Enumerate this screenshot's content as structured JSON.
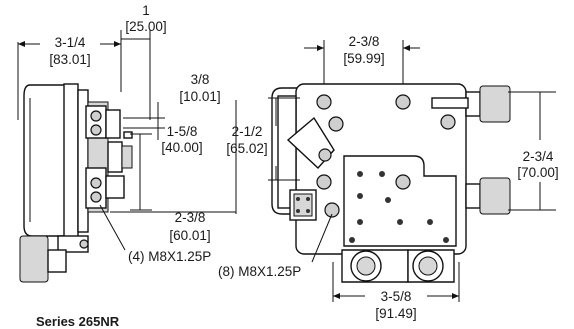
{
  "caption": "Series 265NR",
  "dimensions": {
    "side_width_frac": "3-1/4",
    "side_width_mm": "[83.01]",
    "top_one_frac": "1",
    "top_one_mm": "[25.00]",
    "three_eighths_frac": "3/8",
    "three_eighths_mm": "[10.01]",
    "one_5_8_frac": "1-5/8",
    "one_5_8_mm": "[40.00]",
    "side_2_3_8_frac": "2-3/8",
    "side_2_3_8_mm": "[60.01]",
    "front_top_2_3_8_frac": "2-3/8",
    "front_top_2_3_8_mm": "[59.99]",
    "front_2_1_2_frac": "2-1/2",
    "front_2_1_2_mm": "[65.02]",
    "front_2_3_4_frac": "2-3/4",
    "front_2_3_4_mm": "[70.00]",
    "front_bottom_3_5_8_frac": "3-5/8",
    "front_bottom_3_5_8_mm": "[91.49]"
  },
  "callouts": {
    "side_thread": "(4) M8X1.25P",
    "front_thread": "(8) M8X1.25P"
  }
}
